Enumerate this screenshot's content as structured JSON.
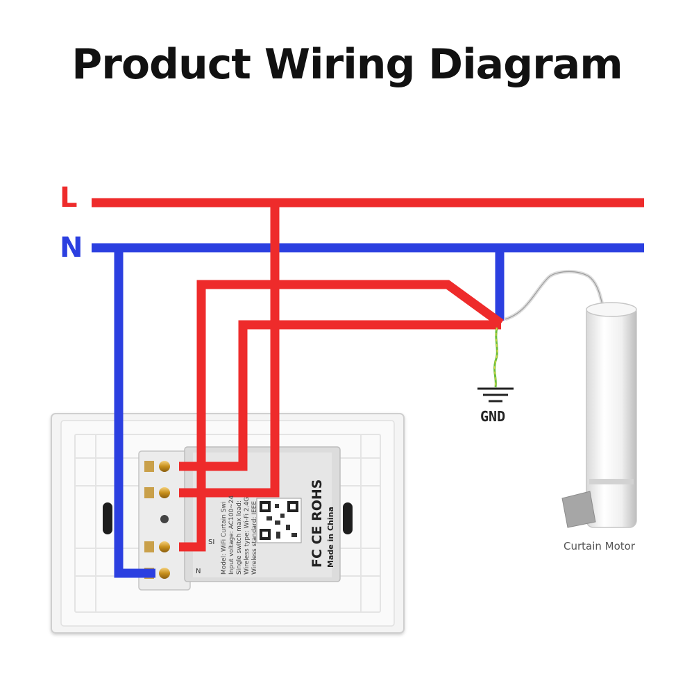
{
  "title": "Product Wiring Diagram",
  "lines": {
    "live": {
      "label": "L",
      "color": "#ee2b2b"
    },
    "neutral": {
      "label": "N",
      "color": "#2b3fe0"
    }
  },
  "ground": {
    "label": "GND"
  },
  "motor": {
    "label": "Curtain Motor"
  },
  "switch": {
    "terminals": {
      "s1": "SI",
      "n": "N"
    },
    "sticker_lines": [
      "Model:  WiFi Curtain Swi",
      "Input voltage:  AC100~24",
      "Single switch max load:",
      "Wireless type:  Wi-Fi 2.4G",
      "Wireless standard:  IEEE"
    ],
    "certifications": "FC CE ROHS",
    "made_in": "Made in China"
  }
}
